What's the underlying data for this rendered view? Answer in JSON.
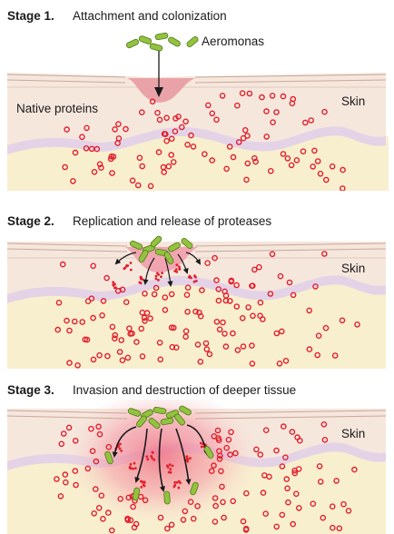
{
  "stages": [
    {
      "number": "Stage 1.",
      "title": "Attachment and colonization",
      "labels": {
        "skin": "Skin",
        "bacteria": "Aeromonas",
        "proteins": "Native proteins"
      }
    },
    {
      "number": "Stage 2.",
      "title": "Replication and release of proteases",
      "labels": {
        "skin": "Skin"
      }
    },
    {
      "number": "Stage 3.",
      "title": "Invasion and destruction of deeper tissue",
      "labels": {
        "skin": "Skin"
      }
    }
  ],
  "colors": {
    "skin_upper": "#f6e7dd",
    "skin_lower": "#f8efcf",
    "skin_lines": "#c9a79a",
    "layer_band": "#e4d3e6",
    "protein_red": "#e2202d",
    "bacteria_green": "#93c23e",
    "bacteria_outline": "#4e7a1c",
    "wound": "#e9a3a8",
    "inflamed": "#f07b8e"
  }
}
